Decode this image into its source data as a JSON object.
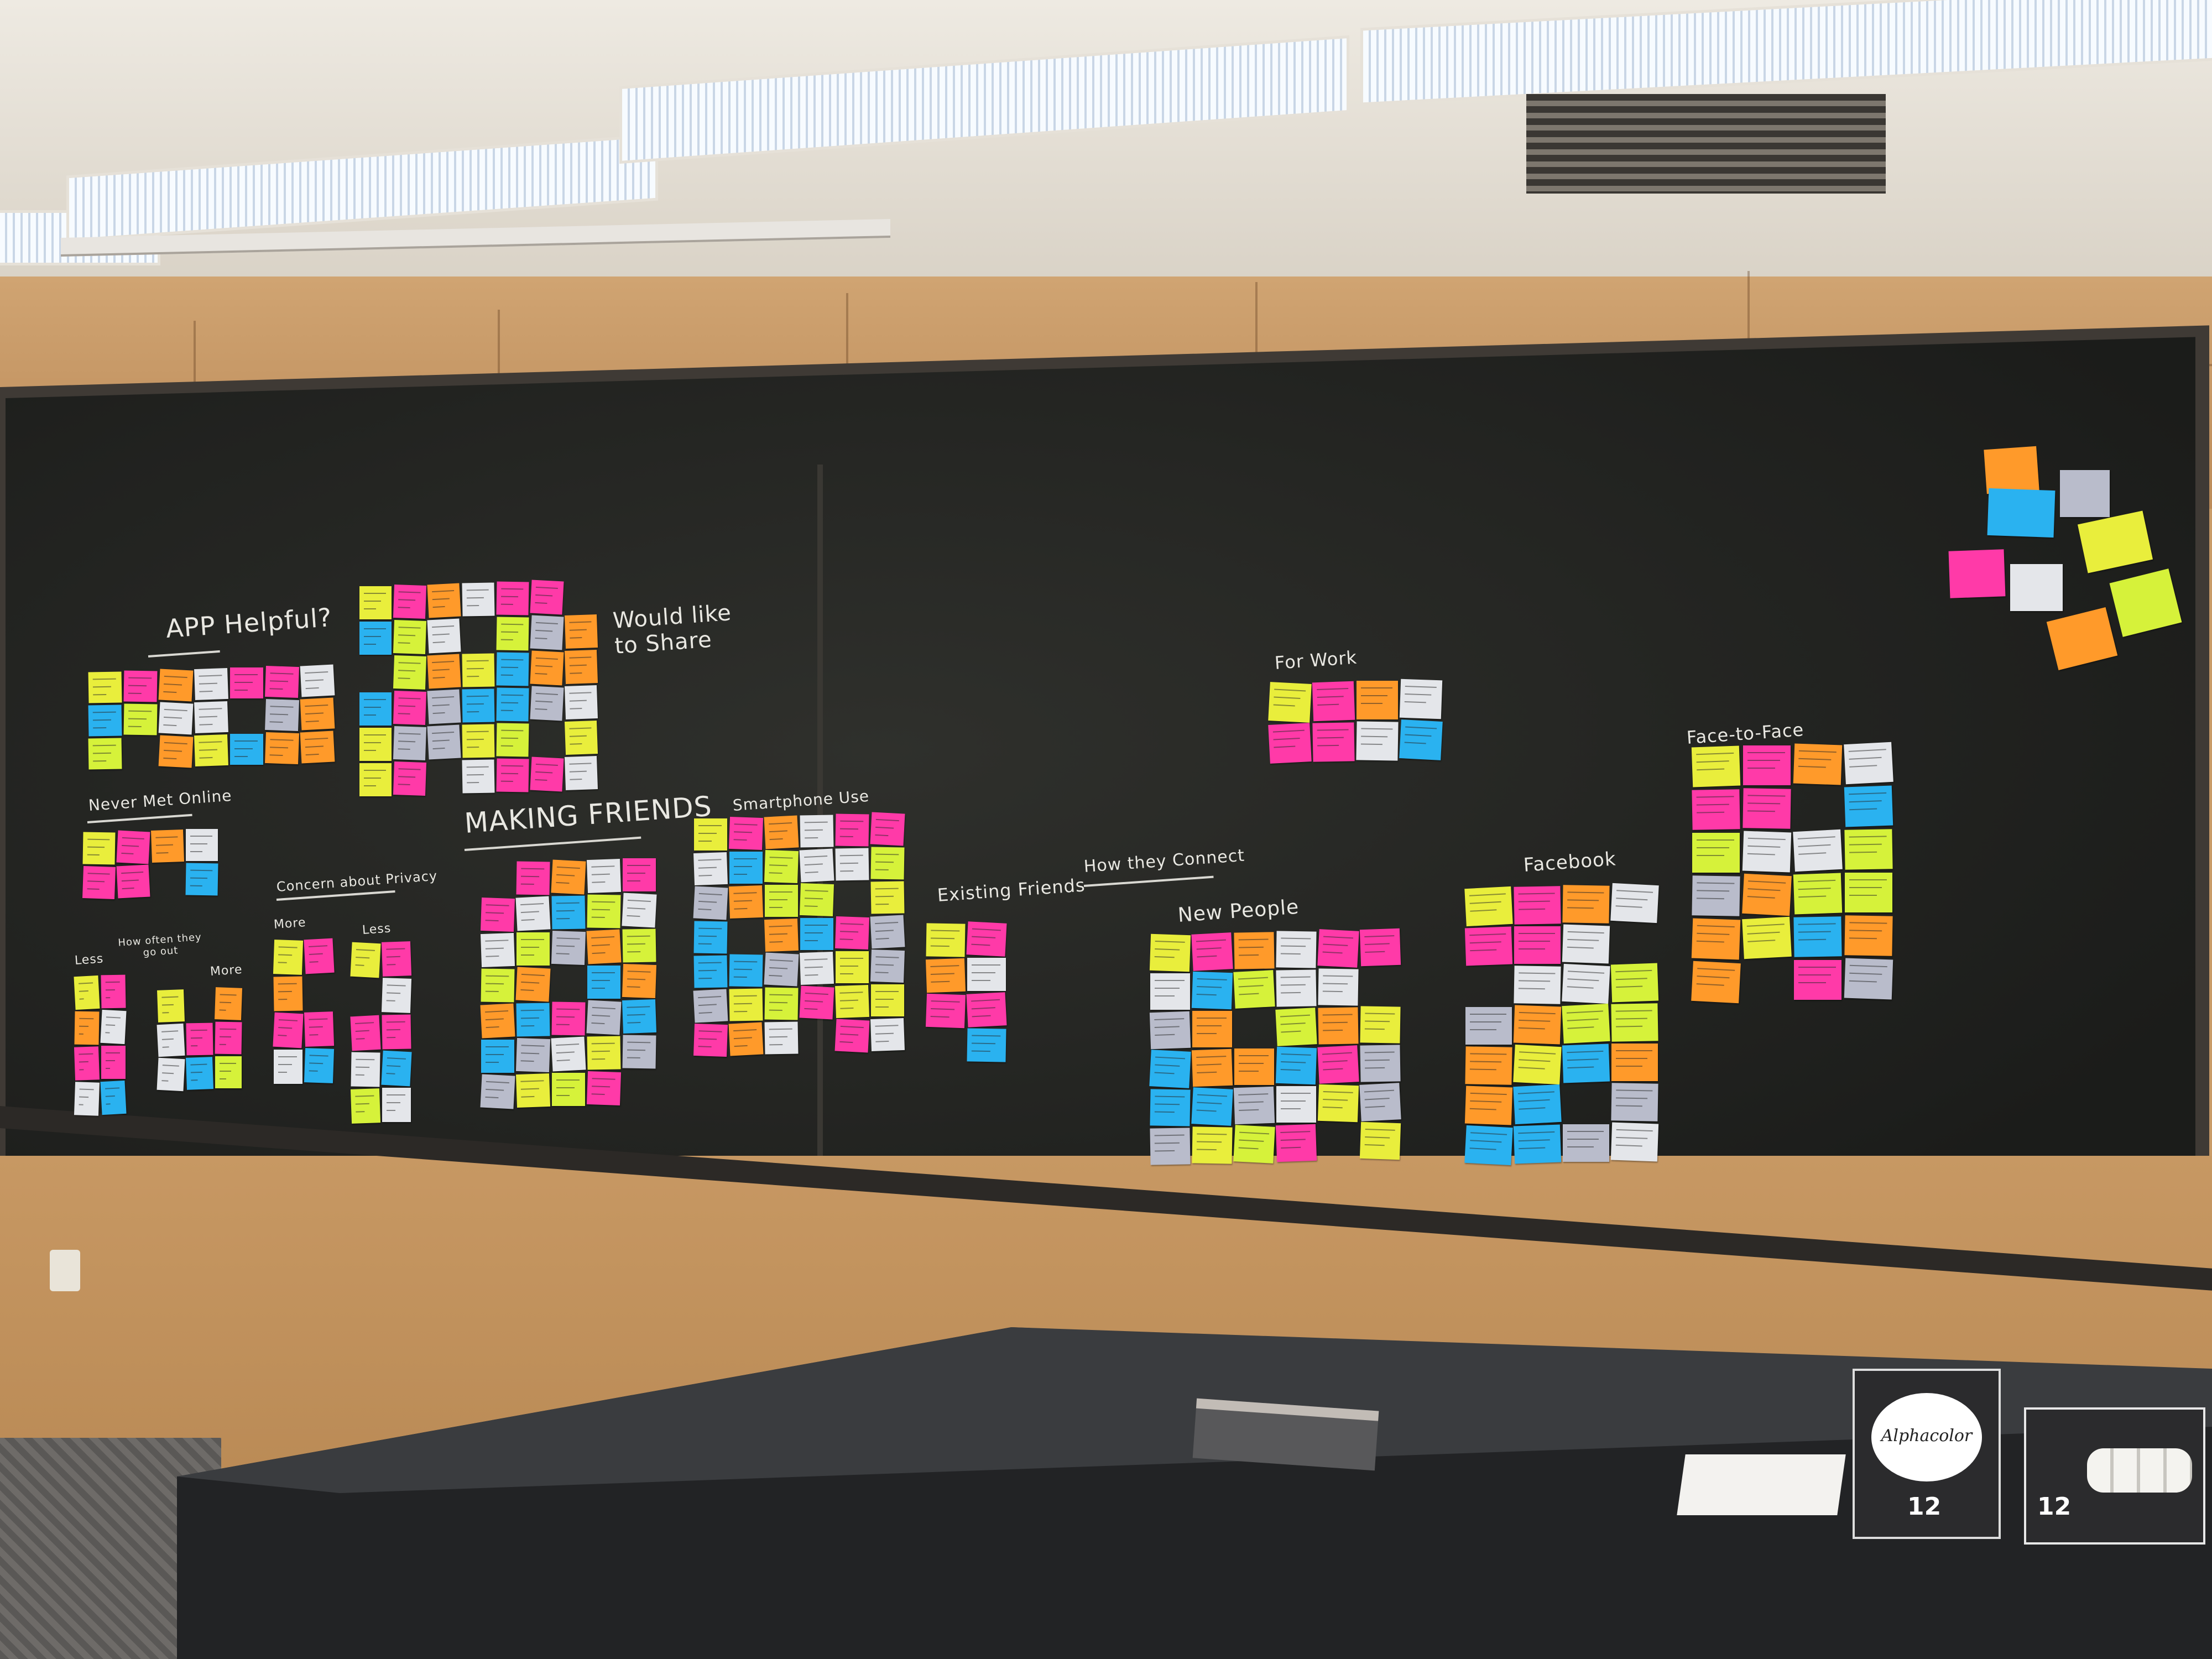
{
  "board_labels": {
    "app_helpful": "APP Helpful?",
    "would_like_to_share": "Would like to Share",
    "never_met_online": "Never Met Online",
    "concern_about_privacy": "Concern about Privacy",
    "more_1": "More",
    "less_1": "Less",
    "how_often_go_out": "How often they go out",
    "less_2": "Less",
    "more_2": "More",
    "making_friends": "MAKING FRIENDS",
    "smartphone_use": "Smartphone Use",
    "existing_friends": "Existing Friends",
    "how_they_connect": "How they Connect",
    "new_people": "New People",
    "for_work": "For Work",
    "facebook": "Facebook",
    "face_to_face": "Face-to-Face"
  },
  "chalk_box": {
    "brand": "Alphacolor",
    "count": "12"
  },
  "colors": {
    "yellow": "#e9ee3c",
    "orange": "#ff9a2a",
    "pink": "#ff3aa8",
    "blue": "#2ab2f0",
    "white": "#e4e6ea",
    "gray": "#b9bccb",
    "lime": "#d6f23a"
  }
}
